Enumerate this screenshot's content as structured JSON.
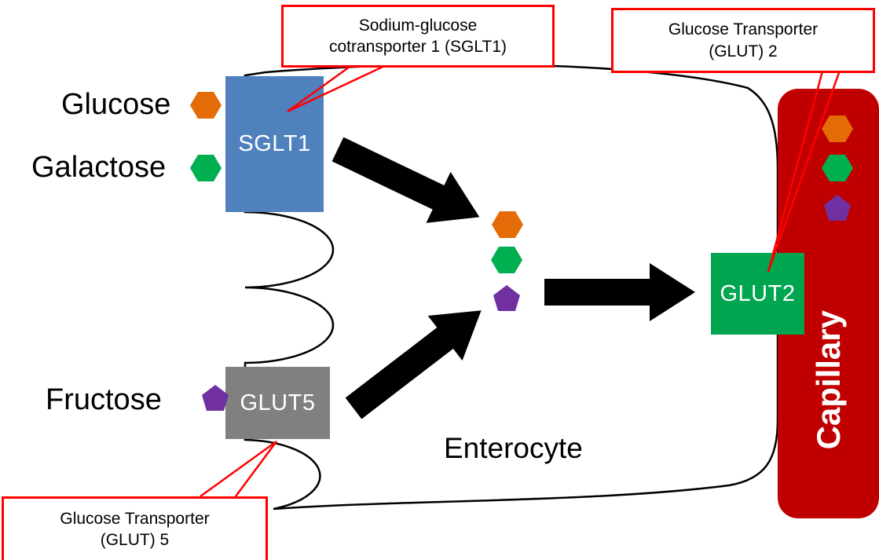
{
  "diagram": {
    "enterocyte_label": "Enterocyte",
    "capillary_label": "Capillary"
  },
  "sugars": {
    "glucose": {
      "label": "Glucose",
      "color": "#e36c09"
    },
    "galactose": {
      "label": "Galactose",
      "color": "#00b050"
    },
    "fructose": {
      "label": "Fructose",
      "color": "#7030a0"
    }
  },
  "transporters": {
    "sglt1": {
      "label": "SGLT1",
      "color": "#4f81bd"
    },
    "glut5": {
      "label": "GLUT5",
      "color": "#808080"
    },
    "glut2": {
      "label": "GLUT2",
      "color": "#00a550"
    }
  },
  "callouts": {
    "sglt1": "Sodium-glucose cotransporter 1 (SGLT1)",
    "glut2": "Glucose Transporter (GLUT) 2",
    "glut5": "Glucose Transporter (GLUT) 5"
  },
  "colors": {
    "capillary": "#c00000",
    "callout_border": "#ff0000",
    "arrow": "#000000",
    "outline": "#000000"
  }
}
